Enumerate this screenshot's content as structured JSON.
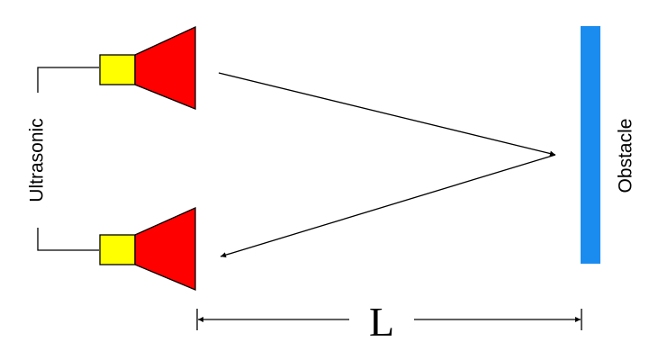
{
  "labels": {
    "sensor_group": "Ultrasonic",
    "target": "Obstacle",
    "distance": "L"
  },
  "colors": {
    "transducer_body": "#ffff00",
    "horn": "#ff0000",
    "obstacle": "#1a8cf0",
    "line": "#000000"
  },
  "icons": {
    "transmitter": "ultrasonic-horn-icon",
    "receiver": "ultrasonic-horn-icon"
  }
}
